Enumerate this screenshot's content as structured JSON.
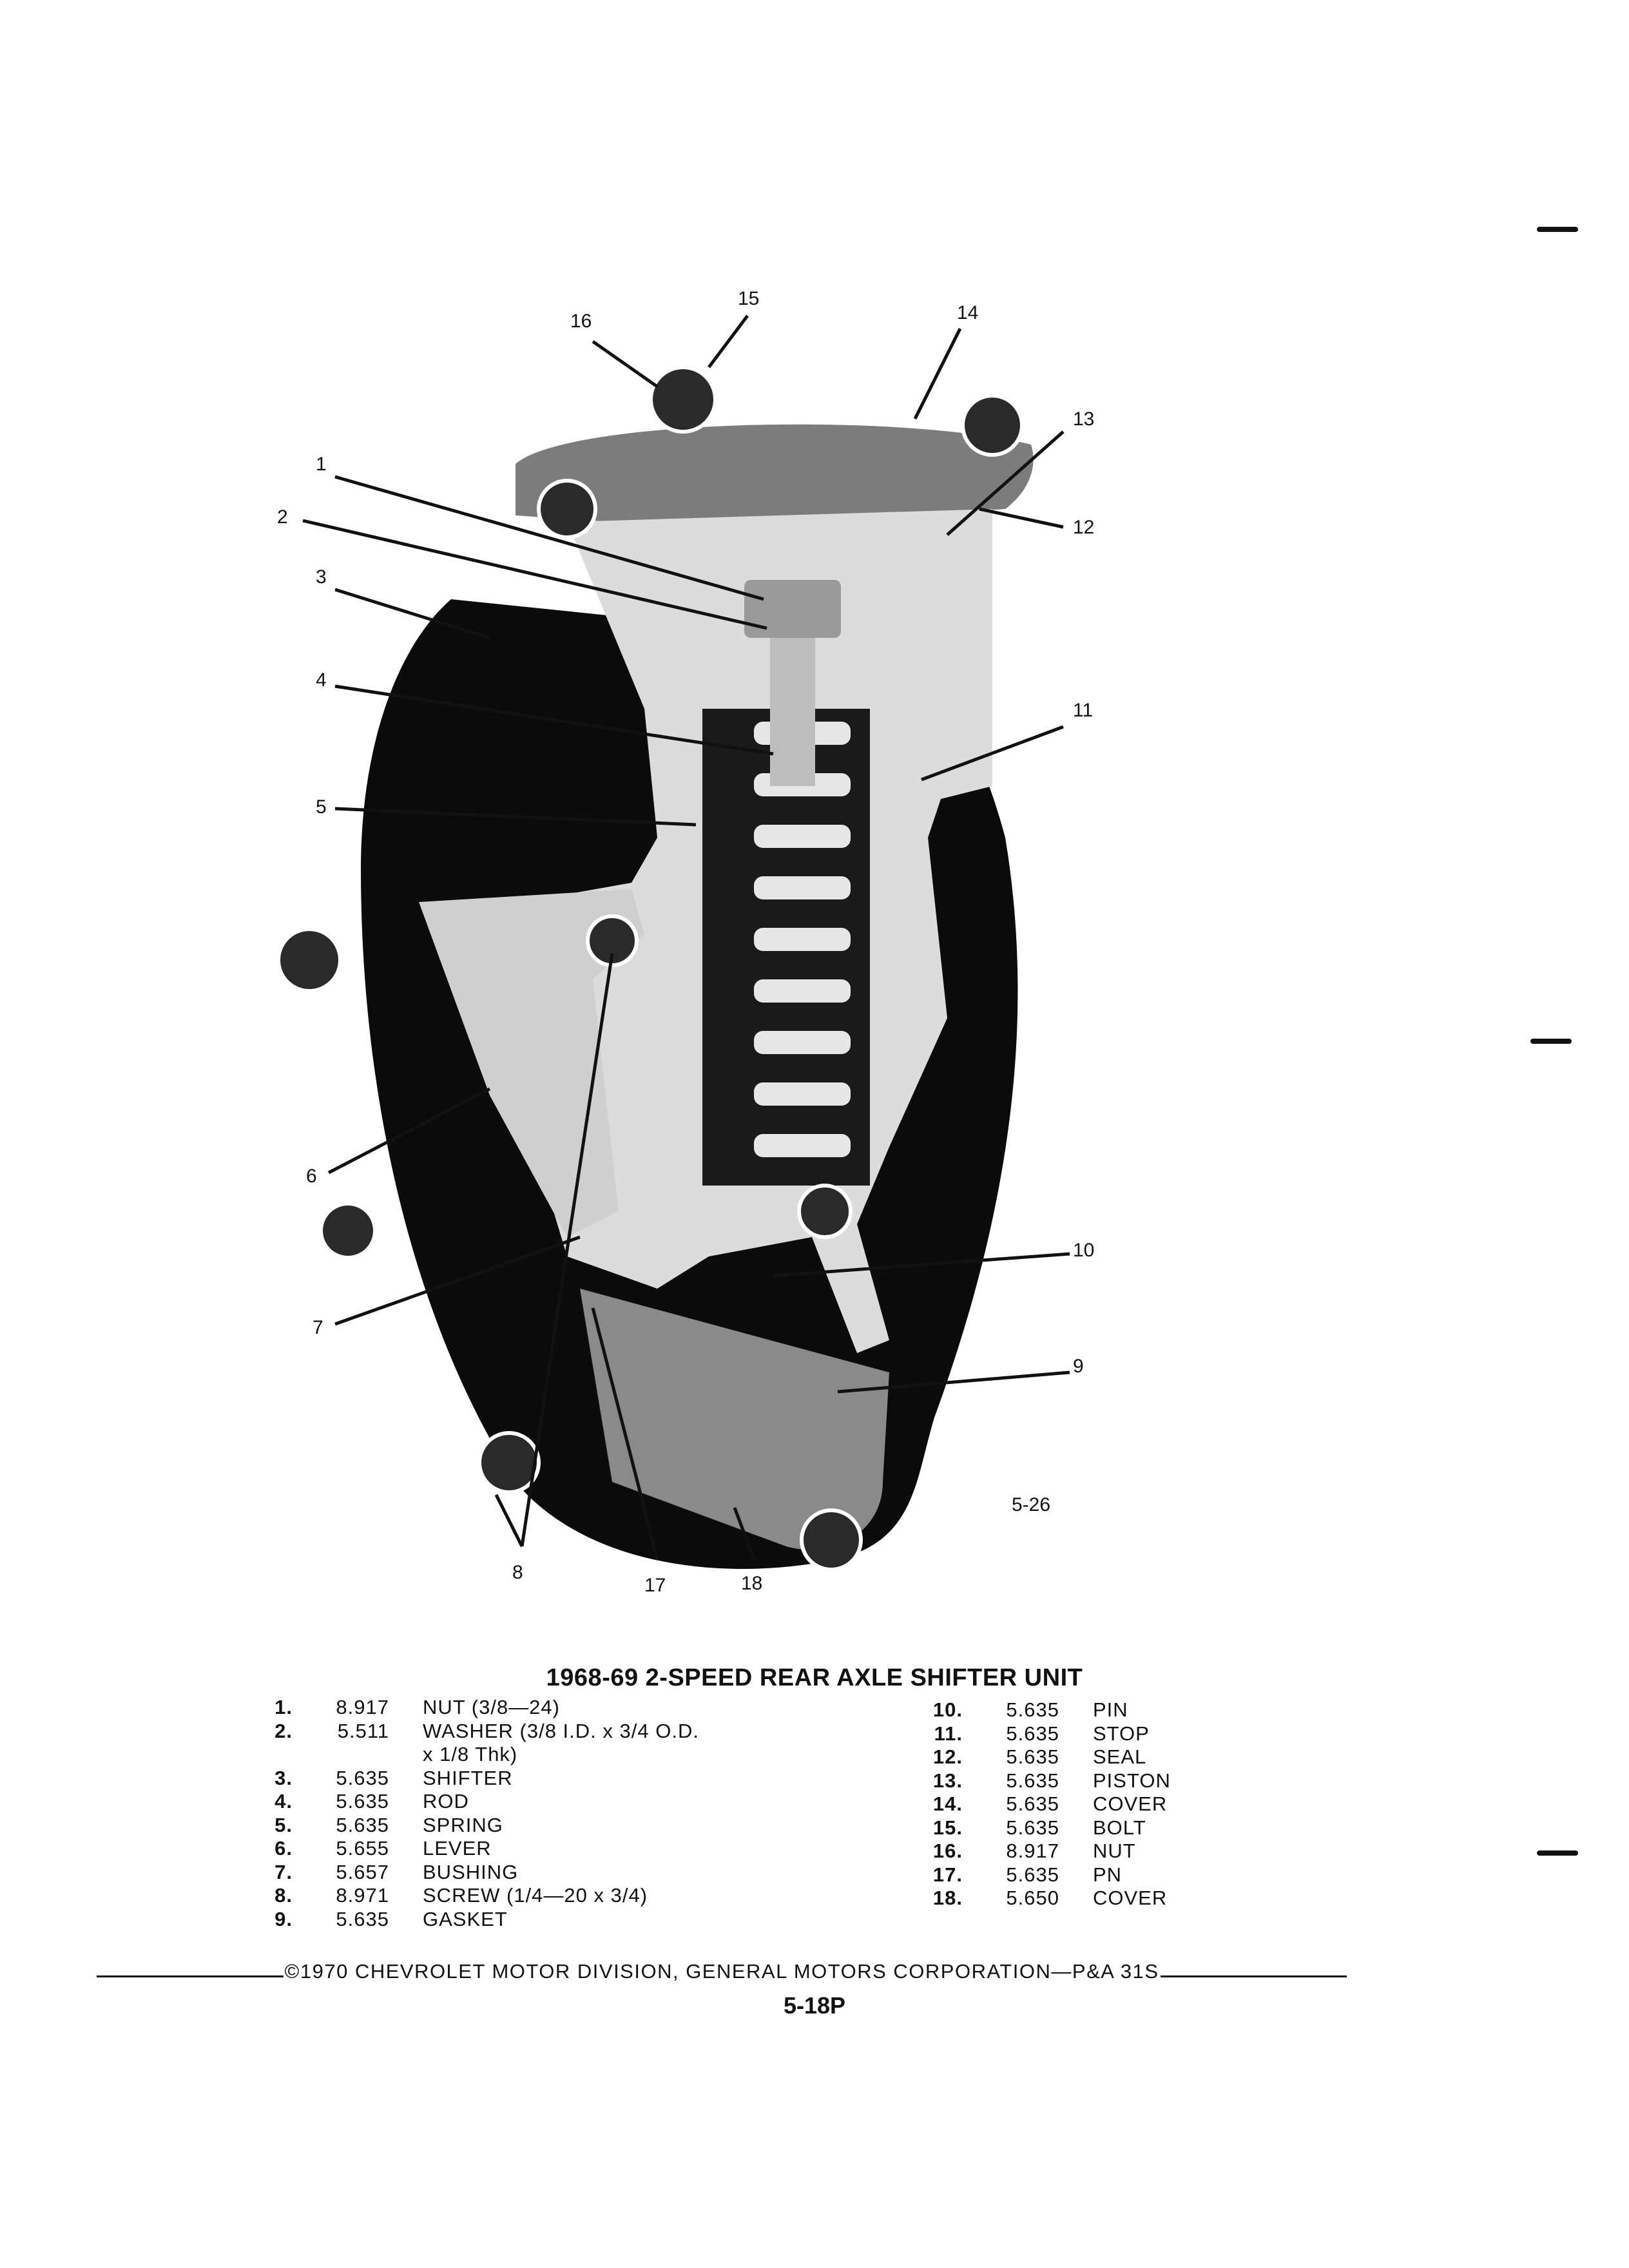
{
  "diagram": {
    "plate_number": "5-26",
    "callouts": [
      "1",
      "2",
      "3",
      "4",
      "5",
      "6",
      "7",
      "8",
      "9",
      "10",
      "11",
      "12",
      "13",
      "14",
      "15",
      "16",
      "17",
      "18"
    ]
  },
  "caption": {
    "title": "1968-69 2-SPEED REAR AXLE SHIFTER UNIT"
  },
  "parts_left": [
    {
      "num": "1.",
      "code": "8.917",
      "desc": "NUT (3/8—24)"
    },
    {
      "num": "2.",
      "code": "5.511",
      "desc": "WASHER (3/8 I.D. x 3/4 O.D."
    },
    {
      "num": "",
      "code": "",
      "desc": "x 1/8 Thk)"
    },
    {
      "num": "3.",
      "code": "5.635",
      "desc": "SHIFTER"
    },
    {
      "num": "4.",
      "code": "5.635",
      "desc": "ROD"
    },
    {
      "num": "5.",
      "code": "5.635",
      "desc": "SPRING"
    },
    {
      "num": "6.",
      "code": "5.655",
      "desc": "LEVER"
    },
    {
      "num": "7.",
      "code": "5.657",
      "desc": "BUSHING"
    },
    {
      "num": "8.",
      "code": "8.971",
      "desc": "SCREW (1/4—20 x 3/4)"
    },
    {
      "num": "9.",
      "code": "5.635",
      "desc": "GASKET"
    }
  ],
  "parts_right": [
    {
      "num": "10.",
      "code": "5.635",
      "desc": "PIN"
    },
    {
      "num": "11.",
      "code": "5.635",
      "desc": "STOP"
    },
    {
      "num": "12.",
      "code": "5.635",
      "desc": "SEAL"
    },
    {
      "num": "13.",
      "code": "5.635",
      "desc": "PISTON"
    },
    {
      "num": "14.",
      "code": "5.635",
      "desc": "COVER"
    },
    {
      "num": "15.",
      "code": "5.635",
      "desc": "BOLT"
    },
    {
      "num": "16.",
      "code": "8.917",
      "desc": "NUT"
    },
    {
      "num": "17.",
      "code": "5.635",
      "desc": "PN"
    },
    {
      "num": "18.",
      "code": "5.650",
      "desc": "COVER"
    }
  ],
  "footer": {
    "copyright": "©1970 CHEVROLET MOTOR DIVISION, GENERAL MOTORS CORPORATION—P&A 31S",
    "page": "5-18P"
  }
}
